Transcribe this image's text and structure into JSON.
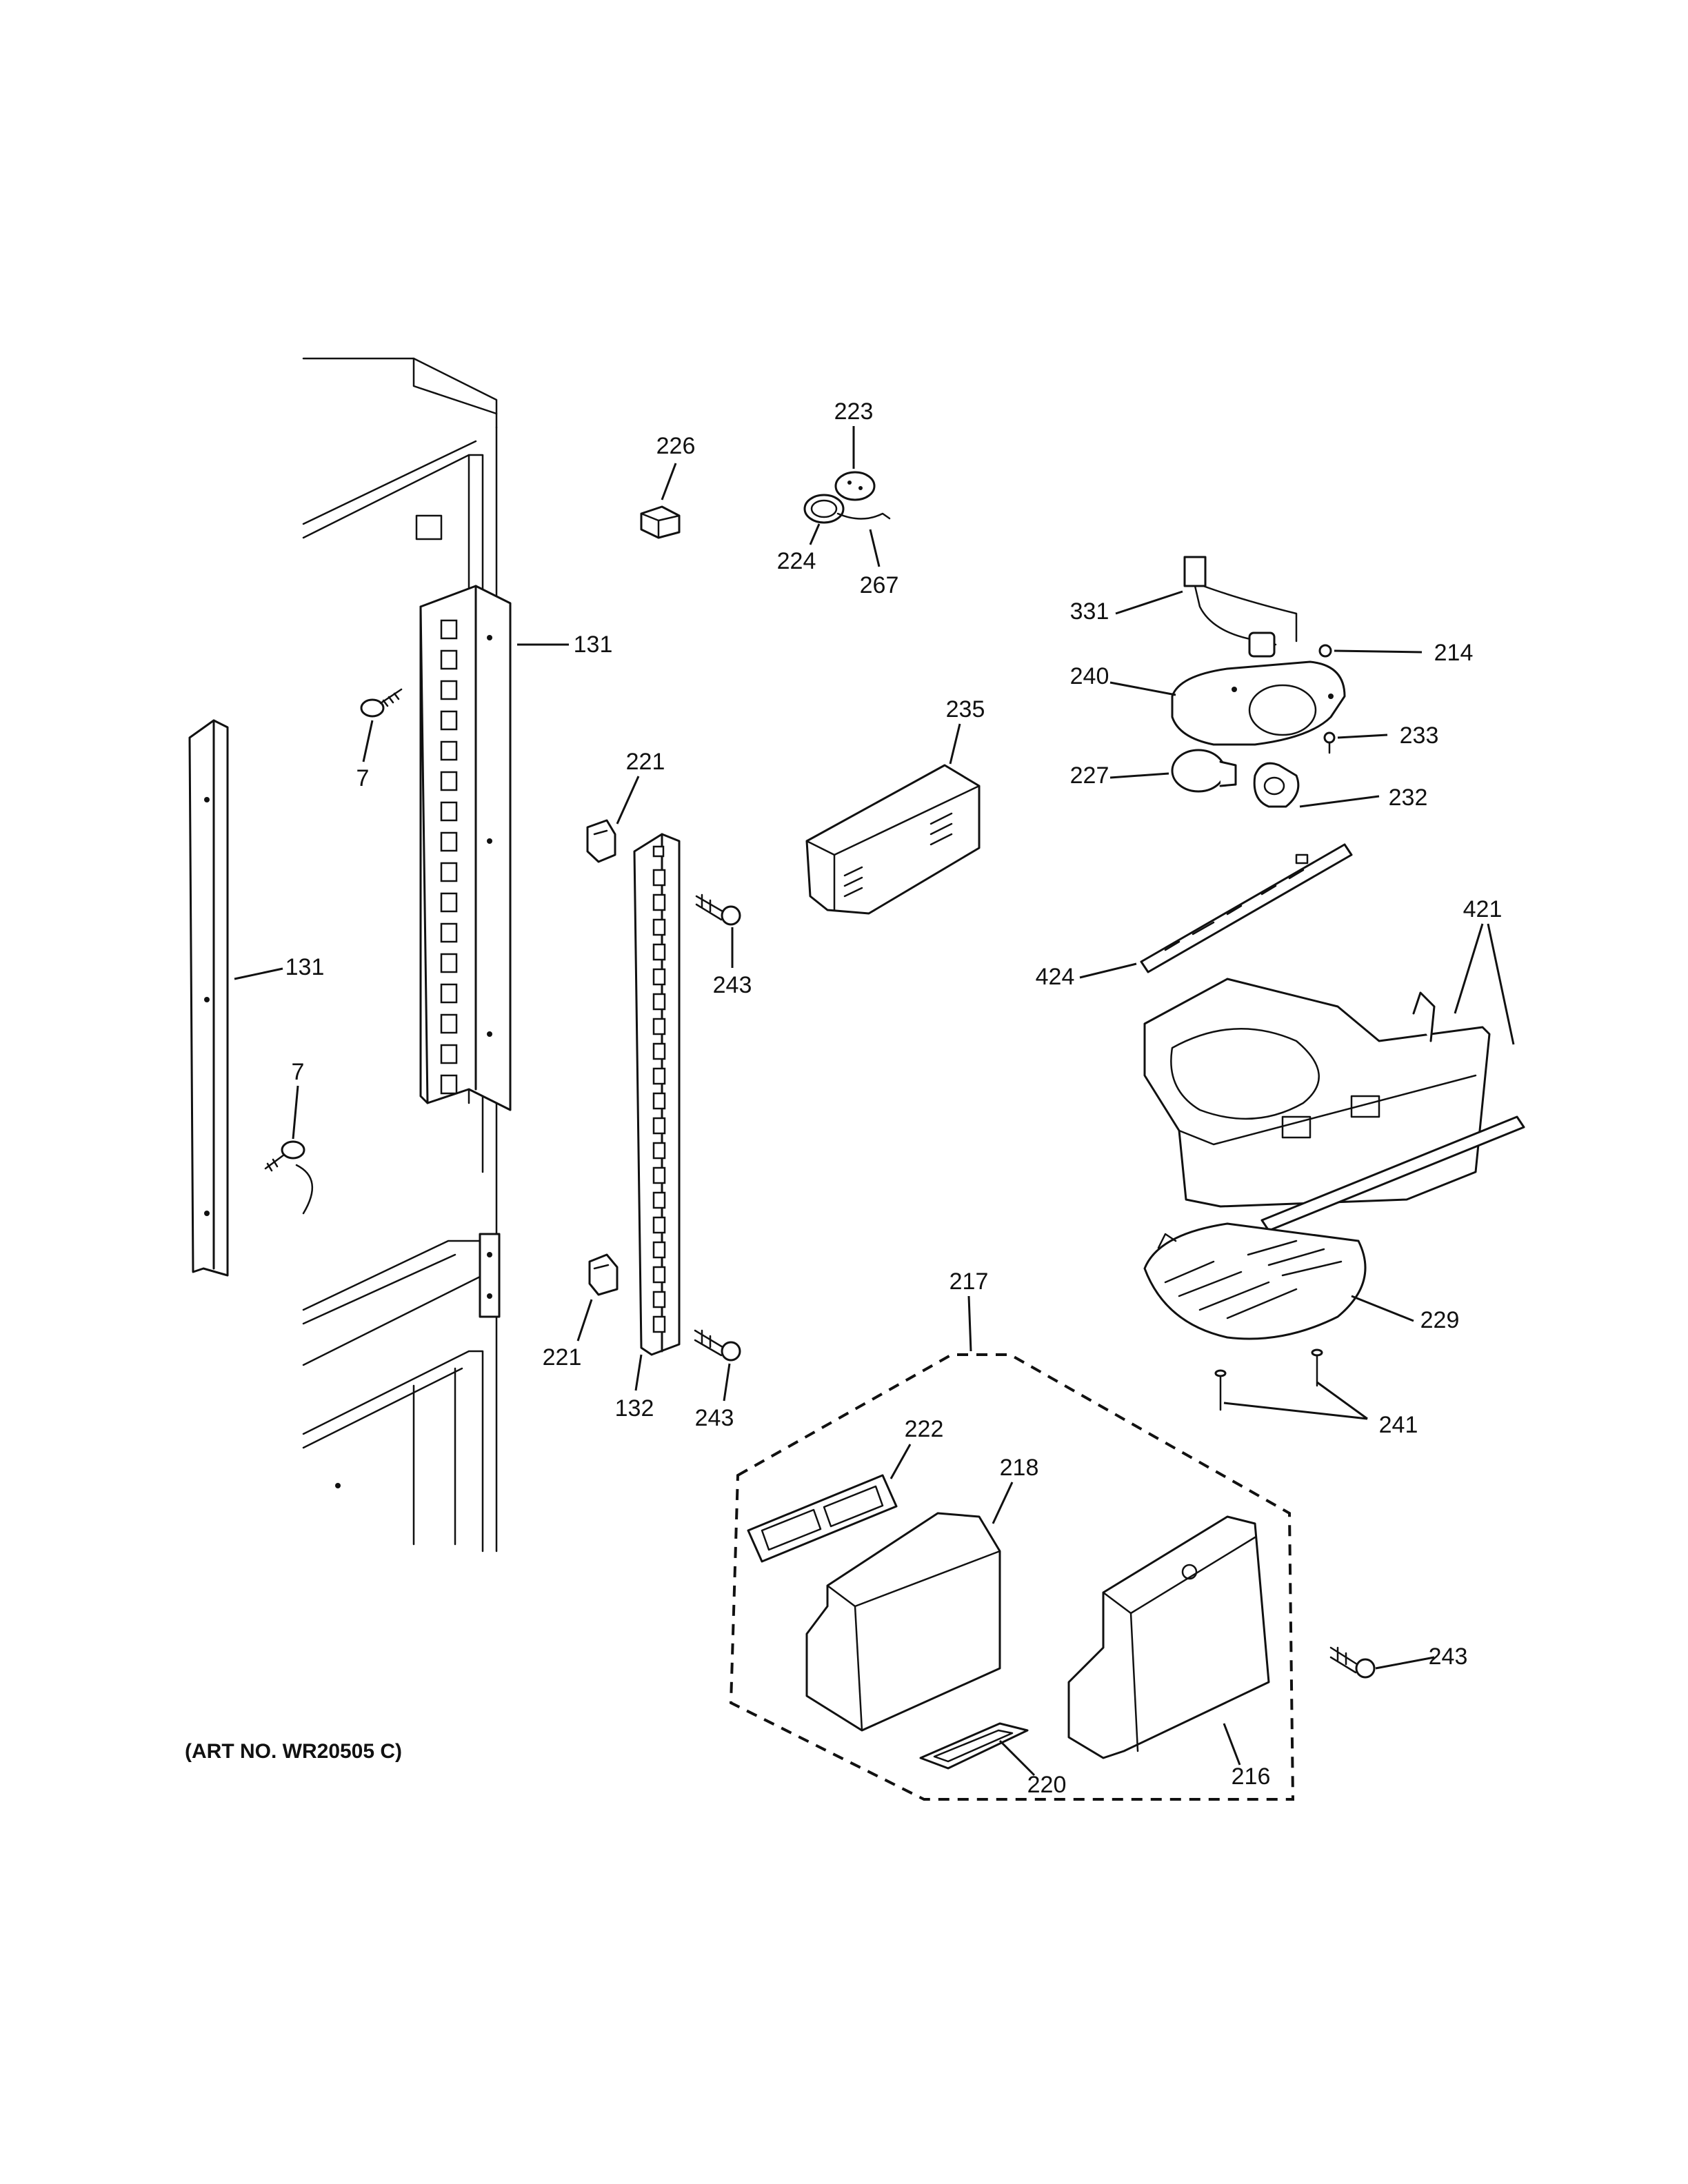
{
  "callouts": {
    "c226": "226",
    "c223": "223",
    "c224": "224",
    "c267": "267",
    "c331": "331",
    "c214": "214",
    "c240": "240",
    "c233": "233",
    "c227": "227",
    "c232": "232",
    "c235": "235",
    "c421": "421",
    "c424": "424",
    "c131a": "131",
    "c131b": "131",
    "c7a": "7",
    "c7b": "7",
    "c221a": "221",
    "c221b": "221",
    "c243a": "243",
    "c243b": "243",
    "c243c": "243",
    "c132": "132",
    "c229": "229",
    "c241": "241",
    "c217": "217",
    "c222": "222",
    "c218": "218",
    "c220": "220",
    "c216": "216"
  },
  "art_number": "(ART NO. WR20505 C)"
}
